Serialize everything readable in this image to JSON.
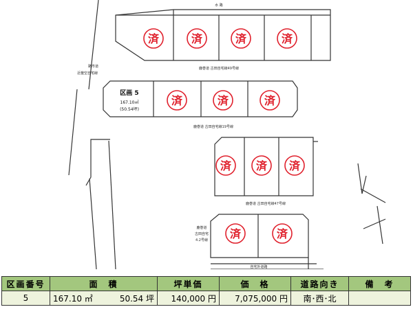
{
  "lots": [
    {
      "id": "row1-lot1",
      "label": "済"
    },
    {
      "id": "row1-lot2",
      "label": "済"
    },
    {
      "id": "row1-lot3",
      "label": "済"
    },
    {
      "id": "row1-lot4",
      "label": "済"
    },
    {
      "id": "row2-lot2",
      "label": "済"
    },
    {
      "id": "row2-lot3",
      "label": "済"
    },
    {
      "id": "row2-lot4",
      "label": "済"
    },
    {
      "id": "row3-lot1",
      "label": "済"
    },
    {
      "id": "row3-lot2",
      "label": "済"
    },
    {
      "id": "row3-lot3",
      "label": "済"
    },
    {
      "id": "row4-lot1",
      "label": "済"
    },
    {
      "id": "row4-lot2",
      "label": "済"
    }
  ],
  "featured_lot": {
    "title": "区画 5",
    "area_m2": "167.10㎡",
    "area_tsubo": "(50.54坪)"
  },
  "road_labels": {
    "top": "水 路",
    "left_1": "路市道",
    "left_2": "近畿空自宅線",
    "road_1": "鹿巻道 古田自宅線49号線",
    "road_2": "鹿巻道 古田自宅線19号線",
    "road_3": "鹿巻道 古田自宅線47号線",
    "side_1": "鹿巻道",
    "side_2": "古田自宅",
    "side_3": "4.2号線",
    "bottom": "自宅外道路"
  },
  "table": {
    "headers": [
      "区画番号",
      "面　積",
      "坪単価",
      "価　格",
      "道路向き",
      "備　考"
    ],
    "row": {
      "lot_number": "5",
      "area_m2": "167.10 ㎡",
      "area_tsubo": "50.54 坪",
      "unit_price": "140,000 円",
      "price": "7,075,000 円",
      "road_direction": "南･西･北",
      "remarks": ""
    }
  }
}
